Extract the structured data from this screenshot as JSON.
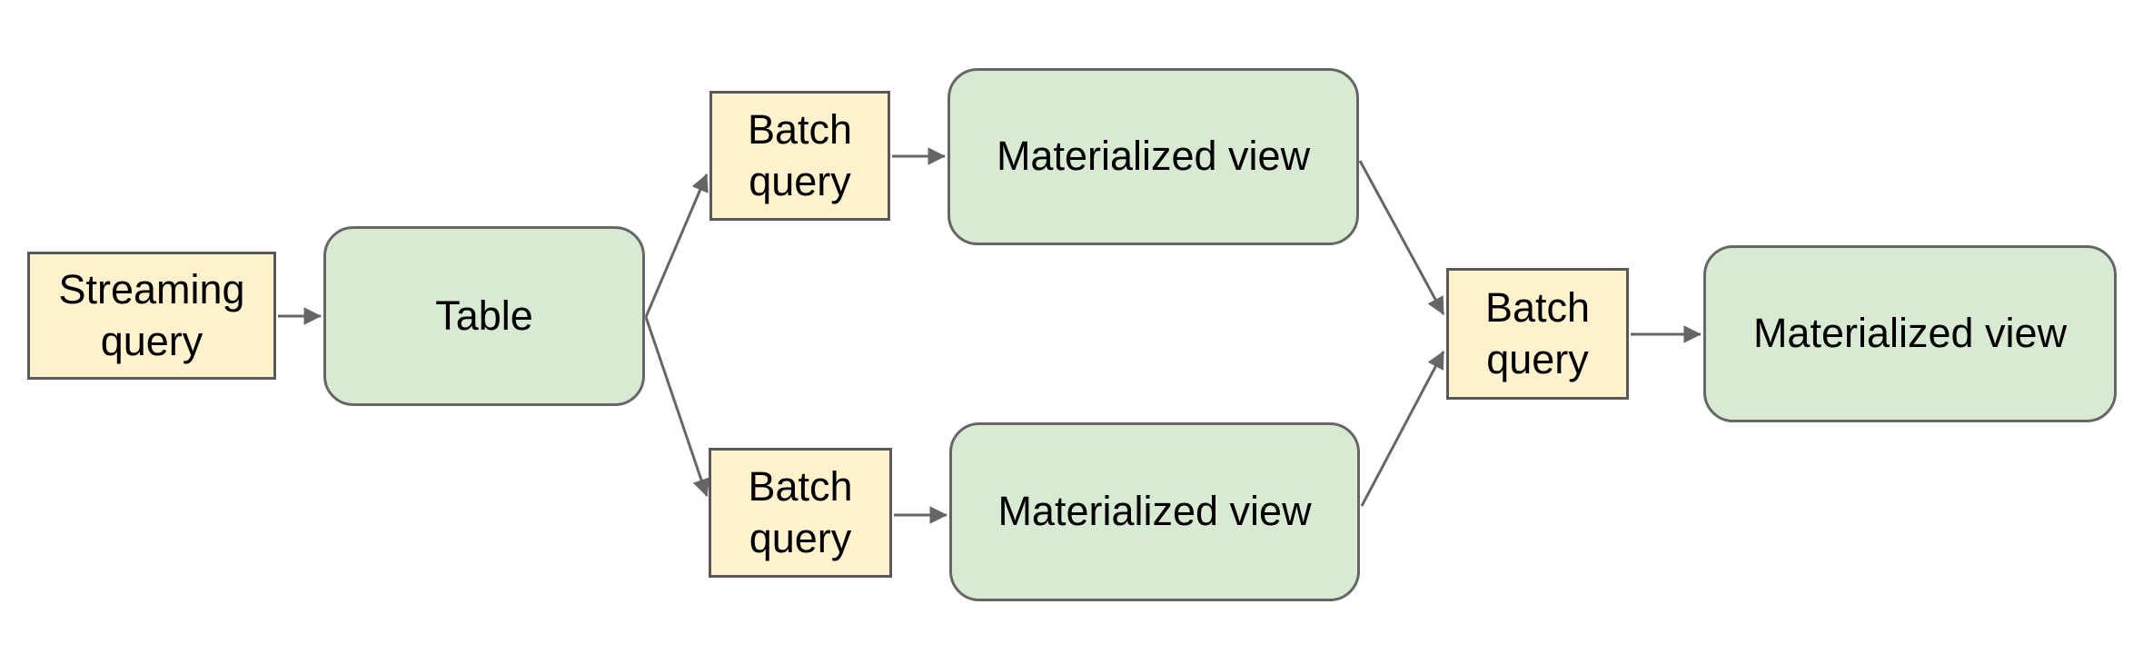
{
  "diagram": {
    "background_color": "#ffffff",
    "palette": {
      "query_fill": "#fff2cc",
      "query_border": "#595959",
      "table_fill": "#d9ead3",
      "table_border": "#666666",
      "arrow_color": "#666666",
      "text_color": "#000000"
    },
    "nodes": [
      {
        "id": "streaming-query",
        "label": "Streaming query",
        "type": "query"
      },
      {
        "id": "table",
        "label": "Table",
        "type": "table"
      },
      {
        "id": "batch-query-top",
        "label": "Batch query",
        "type": "query"
      },
      {
        "id": "materialized-view-top",
        "label": "Materialized view",
        "type": "table"
      },
      {
        "id": "batch-query-bottom",
        "label": "Batch query",
        "type": "query"
      },
      {
        "id": "materialized-view-bottom",
        "label": "Materialized view",
        "type": "table"
      },
      {
        "id": "batch-query-right",
        "label": "Batch query",
        "type": "query"
      },
      {
        "id": "materialized-view-final",
        "label": "Materialized view",
        "type": "table"
      }
    ],
    "edges": [
      {
        "from": "streaming-query",
        "to": "table"
      },
      {
        "from": "table",
        "to": "batch-query-top"
      },
      {
        "from": "table",
        "to": "batch-query-bottom"
      },
      {
        "from": "batch-query-top",
        "to": "materialized-view-top"
      },
      {
        "from": "batch-query-bottom",
        "to": "materialized-view-bottom"
      },
      {
        "from": "materialized-view-top",
        "to": "batch-query-right"
      },
      {
        "from": "materialized-view-bottom",
        "to": "batch-query-right"
      },
      {
        "from": "batch-query-right",
        "to": "materialized-view-final"
      }
    ]
  }
}
